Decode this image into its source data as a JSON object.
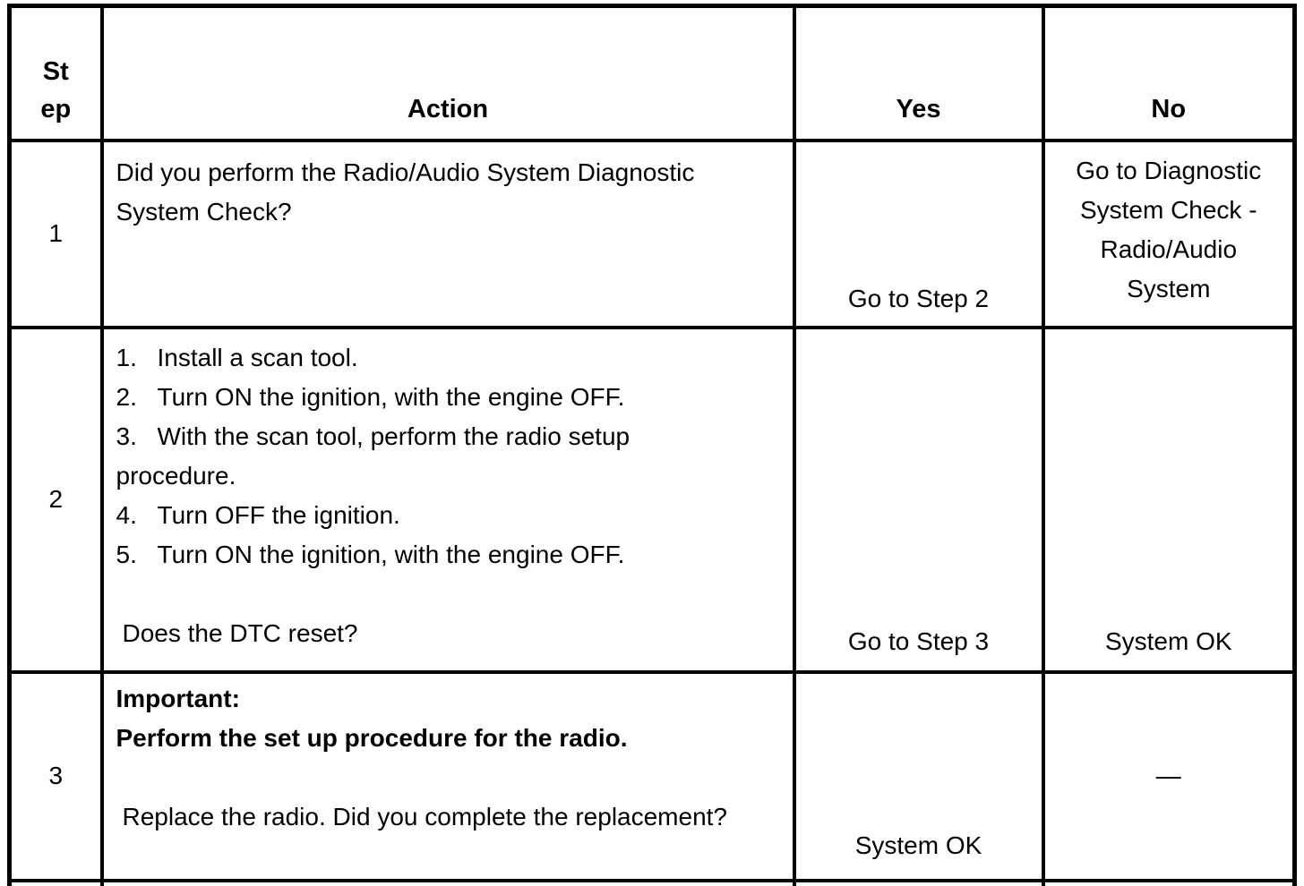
{
  "table": {
    "header": {
      "step_lines": [
        "St",
        "ep"
      ],
      "action": "Action",
      "yes": "Yes",
      "no": "No"
    },
    "rows": [
      {
        "step": "1",
        "action_lines": [
          "Did you perform the Radio/Audio System Diagnostic",
          "System Check?"
        ],
        "yes": "Go to Step 2",
        "no_lines": [
          "Go to Diagnostic",
          "System Check -",
          "Radio/Audio",
          "System"
        ]
      },
      {
        "step": "2",
        "list": [
          {
            "num": "1.",
            "text": "Install a scan tool."
          },
          {
            "num": "2.",
            "text": "Turn ON the ignition, with the engine OFF."
          },
          {
            "num": "3.",
            "text": "With the scan tool, perform the radio setup"
          },
          {
            "text": "procedure."
          },
          {
            "num": "4.",
            "text": "Turn OFF the ignition."
          },
          {
            "num": "5.",
            "text": "Turn ON the ignition, with the engine OFF."
          }
        ],
        "question": "Does the DTC reset?",
        "yes": "Go to Step 3",
        "no": "System OK"
      },
      {
        "step": "3",
        "important_label": "Important:",
        "important_text": "Perform the set up procedure for the radio.",
        "question": "Replace the radio. Did you complete the replacement?",
        "yes": "System OK",
        "no": "—"
      }
    ]
  }
}
